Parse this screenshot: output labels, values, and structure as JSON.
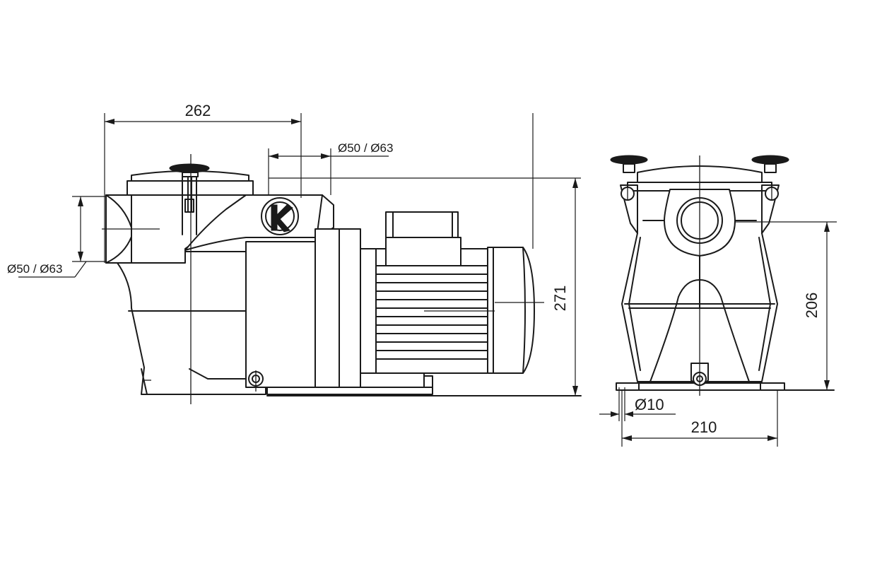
{
  "side_view": {
    "dims": {
      "overall_length": "262",
      "outlet_diameter": "Ø50 / Ø63",
      "inlet_diameter": "Ø50 / Ø63",
      "overall_height": "271"
    }
  },
  "front_view": {
    "dims": {
      "inlet_axis_height": "206",
      "mount_hole": "Ø10",
      "base_width": "210"
    }
  }
}
